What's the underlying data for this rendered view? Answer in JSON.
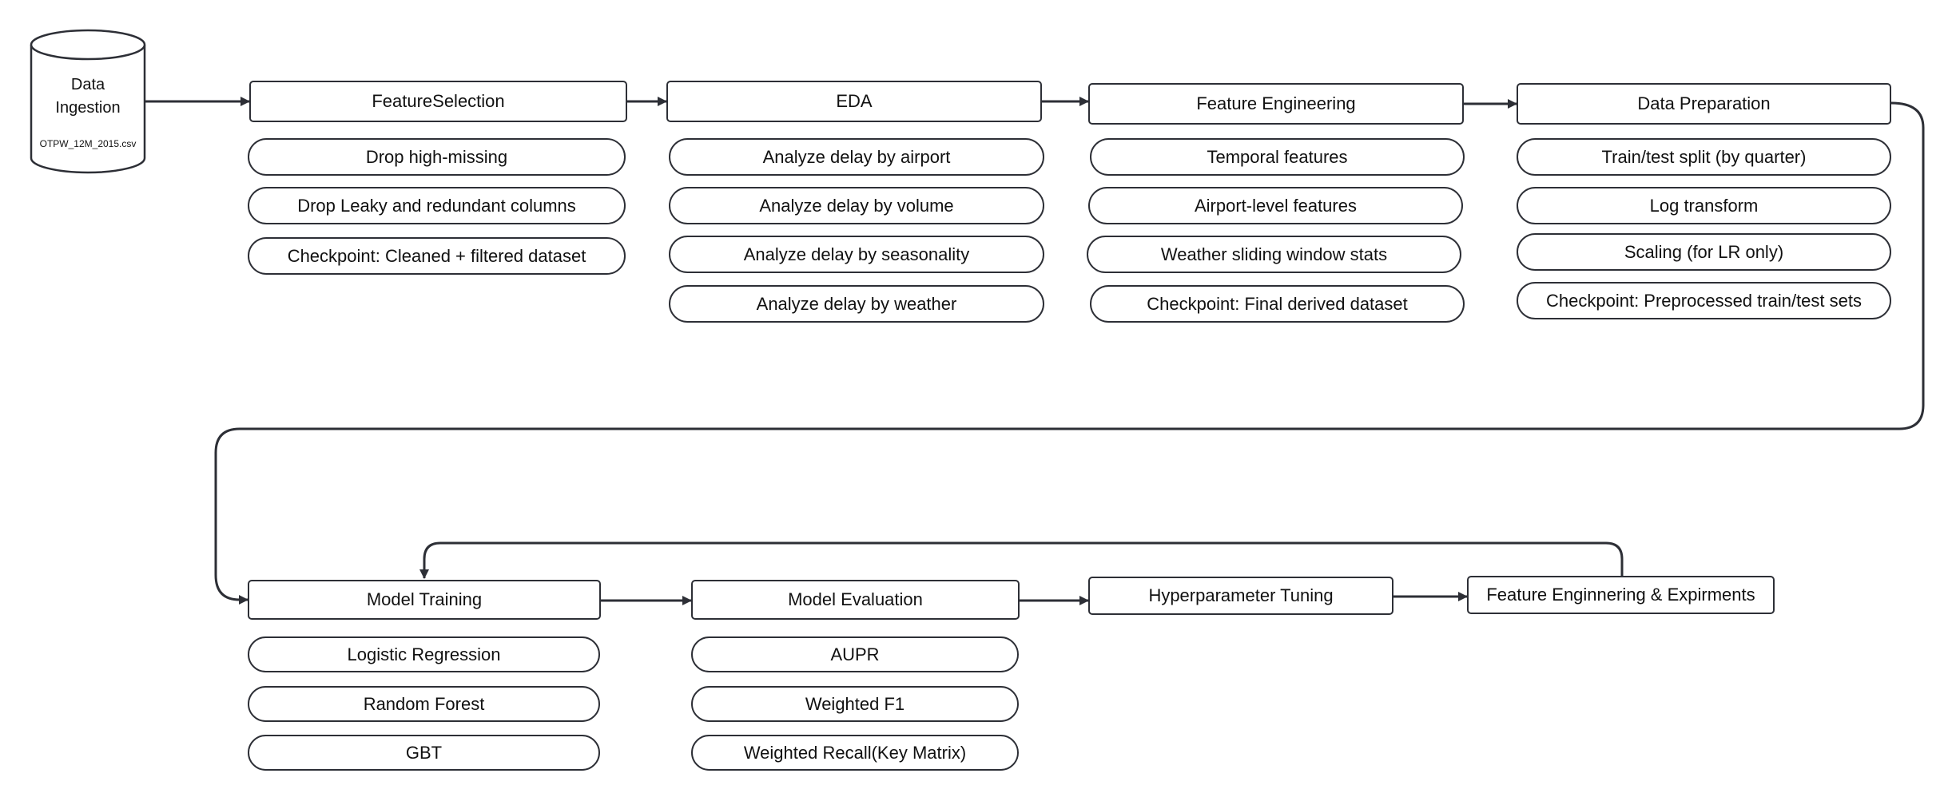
{
  "source": {
    "title": "Data Ingestion",
    "file": "OTPW_12M_2015.csv"
  },
  "stages": [
    {
      "id": "feature-selection",
      "label": "FeatureSelection",
      "items": [
        "Drop high-missing",
        "Drop Leaky and redundant columns",
        "Checkpoint: Cleaned + filtered dataset"
      ]
    },
    {
      "id": "eda",
      "label": "EDA",
      "items": [
        "Analyze delay by airport",
        "Analyze delay by volume",
        "Analyze delay by seasonality",
        "Analyze delay by weather"
      ]
    },
    {
      "id": "feature-engineering",
      "label": "Feature Engineering",
      "items": [
        "Temporal features",
        "Airport-level features",
        "Weather sliding window stats",
        "Checkpoint: Final derived dataset"
      ]
    },
    {
      "id": "data-preparation",
      "label": "Data Preparation",
      "items": [
        "Train/test split (by quarter)",
        "Log transform",
        "Scaling (for LR only)",
        "Checkpoint: Preprocessed train/test sets"
      ]
    },
    {
      "id": "model-training",
      "label": "Model Training",
      "items": [
        "Logistic Regression",
        "Random Forest",
        "GBT"
      ]
    },
    {
      "id": "model-evaluation",
      "label": "Model Evaluation",
      "items": [
        "AUPR",
        "Weighted F1",
        "Weighted Recall(Key Matrix)"
      ]
    },
    {
      "id": "hyperparameter-tuning",
      "label": "Hyperparameter Tuning",
      "items": []
    },
    {
      "id": "feature-engineering-experiments",
      "label": "Feature Enginnering & Expirments",
      "items": []
    }
  ],
  "colors": {
    "stroke": "#2d2f36",
    "text": "#111111",
    "background": "#ffffff"
  }
}
